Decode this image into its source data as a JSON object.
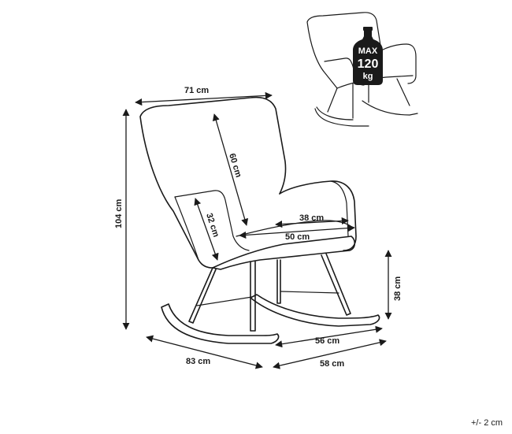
{
  "dimensions": {
    "width_top": "71 cm",
    "height_total": "104 cm",
    "backrest_height": "60 cm",
    "backrest_inner": "32 cm",
    "seat_depth_inner": "38 cm",
    "seat_width": "50 cm",
    "seat_height": "38 cm",
    "rocker_length": "56 cm",
    "depth_total": "83 cm",
    "depth_base": "58 cm"
  },
  "max_load": {
    "line1": "MAX",
    "line2": "120",
    "line3": "kg"
  },
  "tolerance": "+/- 2 cm",
  "colors": {
    "line": "#1a1a1a",
    "badge": "#1a1a1a",
    "background": "#ffffff"
  }
}
